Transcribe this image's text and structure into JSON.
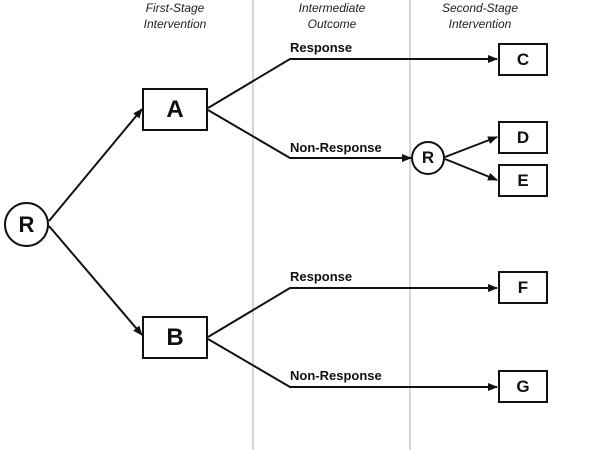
{
  "columns": {
    "first_stage": [
      "First-Stage",
      "Intervention"
    ],
    "intermediate": [
      "Intermediate",
      "Outcome"
    ],
    "second_stage": [
      "Second-Stage",
      "Intervention"
    ]
  },
  "nodes": {
    "randomize_initial": "R",
    "randomize_second": "R",
    "A": "A",
    "B": "B",
    "C": "C",
    "D": "D",
    "E": "E",
    "F": "F",
    "G": "G"
  },
  "edge_labels": {
    "a_response": "Response",
    "a_non_response": "Non-Response",
    "b_response": "Response",
    "b_non_response": "Non-Response"
  },
  "colors": {
    "stroke": "#111111",
    "divider": "#bbbbbb"
  }
}
